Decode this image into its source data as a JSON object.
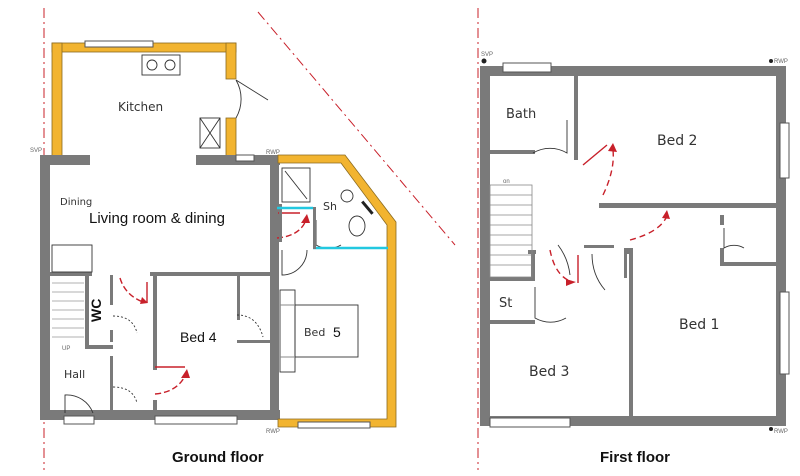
{
  "ground_floor": {
    "caption": "Ground floor",
    "rooms": {
      "kitchen": "Kitchen",
      "dining": "Dining",
      "living": "Living room & dining",
      "shower": "Sh",
      "wc": "WC",
      "bed4": "Bed 4",
      "bed5_word": "Bed",
      "bed5_num": "5",
      "hall": "Hall"
    },
    "markers": {
      "svp": "SVP",
      "rwp_top": "RWP",
      "rwp_bottom": "RWP",
      "up": "UP"
    }
  },
  "first_floor": {
    "caption": "First floor",
    "rooms": {
      "bath": "Bath",
      "bed2": "Bed 2",
      "bed1": "Bed 1",
      "bed3": "Bed 3",
      "store": "St",
      "stair_label": "on"
    },
    "markers": {
      "svp": "SVP",
      "rwp_top": "RWP",
      "rwp_bottom": "RWP"
    }
  },
  "colors": {
    "wall": "#7a7a7a",
    "insulation": "#f2b430",
    "new_partition": "#22c8e0",
    "arrow": "#c8202a"
  }
}
